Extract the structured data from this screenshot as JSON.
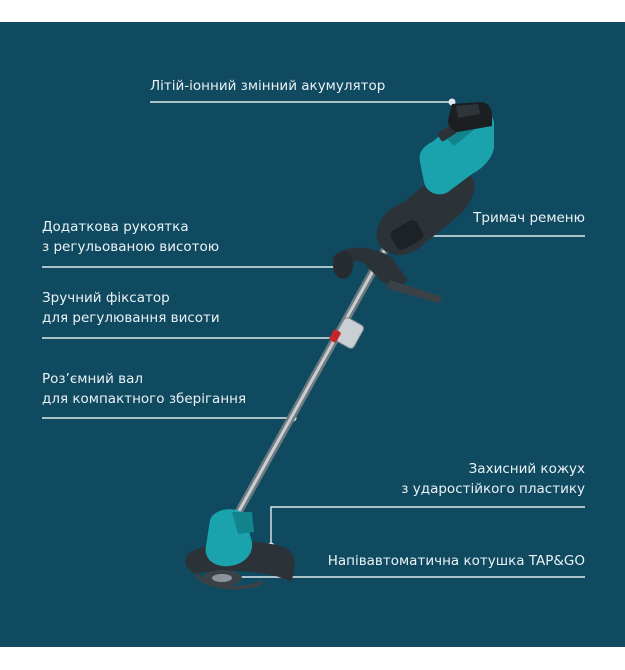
{
  "colors": {
    "background": "#104a60",
    "page": "#ffffff",
    "text": "#eaf2f5",
    "leader_line": "#dfe9ee",
    "accent_teal": "#1aa3ad",
    "dark_body": "#2c3338",
    "shaft": "#b8bec2",
    "lock_red": "#c2272d"
  },
  "callouts": {
    "battery": {
      "line1": "Літій-іонний змінний акумулятор"
    },
    "aux_handle": {
      "line1": "Додаткова рукоятка",
      "line2": "з регульованою висотою"
    },
    "height_lock": {
      "line1": "Зручний фіксатор",
      "line2": "для регулювання висоти"
    },
    "shaft": {
      "line1": "Роз’ємний вал",
      "line2": "для компактного зберігання"
    },
    "strap_holder": {
      "line1": "Тримач ременю"
    },
    "guard": {
      "line1": "Захисний кожух",
      "line2": "з ударостійкого пластику"
    },
    "spool": {
      "line1": "Напівавтоматична котушка TAP&GO"
    }
  }
}
